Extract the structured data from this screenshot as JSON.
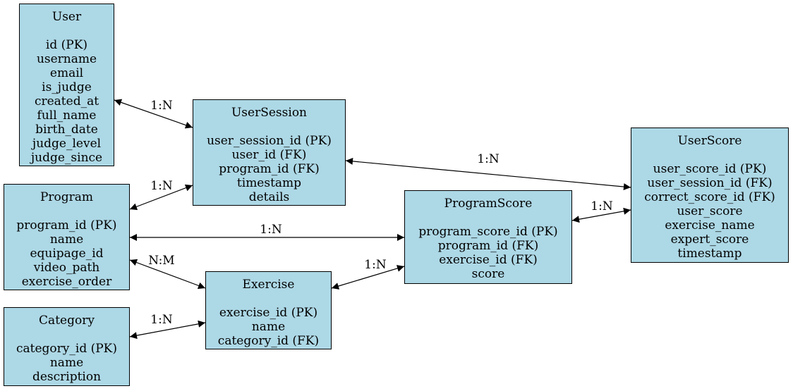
{
  "diagram": {
    "nodes": [
      {
        "id": "user",
        "title": "User",
        "fields": [
          "id (PK)",
          "username",
          "email",
          "is_judge",
          "created_at",
          "full_name",
          "birth_date",
          "judge_level",
          "judge_since"
        ]
      },
      {
        "id": "usersession",
        "title": "UserSession",
        "fields": [
          "user_session_id (PK)",
          "user_id (FK)",
          "program_id (FK)",
          "timestamp",
          "details"
        ]
      },
      {
        "id": "userscore",
        "title": "UserScore",
        "fields": [
          "user_score_id (PK)",
          "user_session_id (FK)",
          "correct_score_id (FK)",
          "user_score",
          "exercise_name",
          "expert_score",
          "timestamp"
        ]
      },
      {
        "id": "program",
        "title": "Program",
        "fields": [
          "program_id (PK)",
          "name",
          "equipage_id",
          "video_path",
          "exercise_order"
        ]
      },
      {
        "id": "programscore",
        "title": "ProgramScore",
        "fields": [
          "program_score_id (PK)",
          "program_id (FK)",
          "exercise_id (FK)",
          "score"
        ]
      },
      {
        "id": "exercise",
        "title": "Exercise",
        "fields": [
          "exercise_id (PK)",
          "name",
          "category_id (FK)"
        ]
      },
      {
        "id": "category",
        "title": "Category",
        "fields": [
          "category_id (PK)",
          "name",
          "description"
        ]
      }
    ],
    "edges": [
      {
        "from": "user",
        "to": "usersession",
        "label": "1:N"
      },
      {
        "from": "usersession",
        "to": "userscore",
        "label": "1:N"
      },
      {
        "from": "program",
        "to": "usersession",
        "label": "1:N"
      },
      {
        "from": "program",
        "to": "programscore",
        "label": "1:N"
      },
      {
        "from": "programscore",
        "to": "userscore",
        "label": "1:N"
      },
      {
        "from": "program",
        "to": "exercise",
        "label": "N:M"
      },
      {
        "from": "exercise",
        "to": "programscore",
        "label": "1:N"
      },
      {
        "from": "category",
        "to": "exercise",
        "label": "1:N"
      }
    ],
    "colors": {
      "node_fill": "#add8e6",
      "stroke": "#000000"
    }
  }
}
